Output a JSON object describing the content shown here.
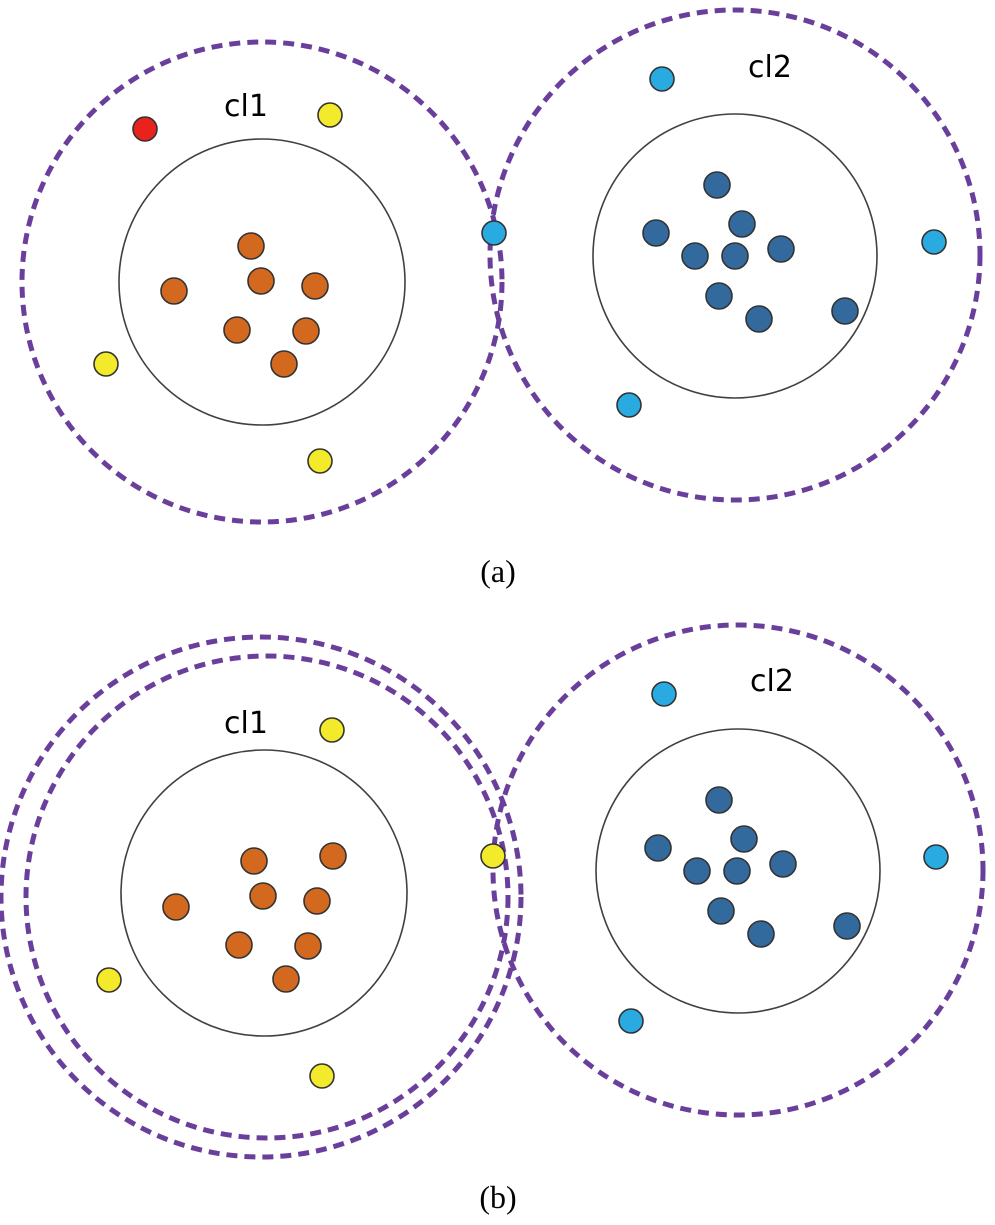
{
  "colors": {
    "outer_ring": "#6A3F9C",
    "core_ring": "#404040",
    "core_cl1": "#D2691E",
    "core_cl2": "#336A9E",
    "border_cl1": "#F2EA2A",
    "border_cl2": "#29ABE2",
    "noise": "#E8221D",
    "point_outline": "#333333"
  },
  "panels": [
    {
      "caption": "(a)",
      "clusters": [
        {
          "label": "cl1",
          "core_points": 7,
          "border_points": 3,
          "noise_points": 1
        },
        {
          "label": "cl2",
          "core_points": 9,
          "border_points": 3
        }
      ],
      "shared_border_point_color": "border_cl2"
    },
    {
      "caption": "(b)",
      "clusters": [
        {
          "label": "cl1",
          "core_points": 8,
          "border_points": 4
        },
        {
          "label": "cl2",
          "core_points": 9,
          "border_points": 3
        }
      ],
      "shared_border_point_color": "border_cl1"
    }
  ]
}
